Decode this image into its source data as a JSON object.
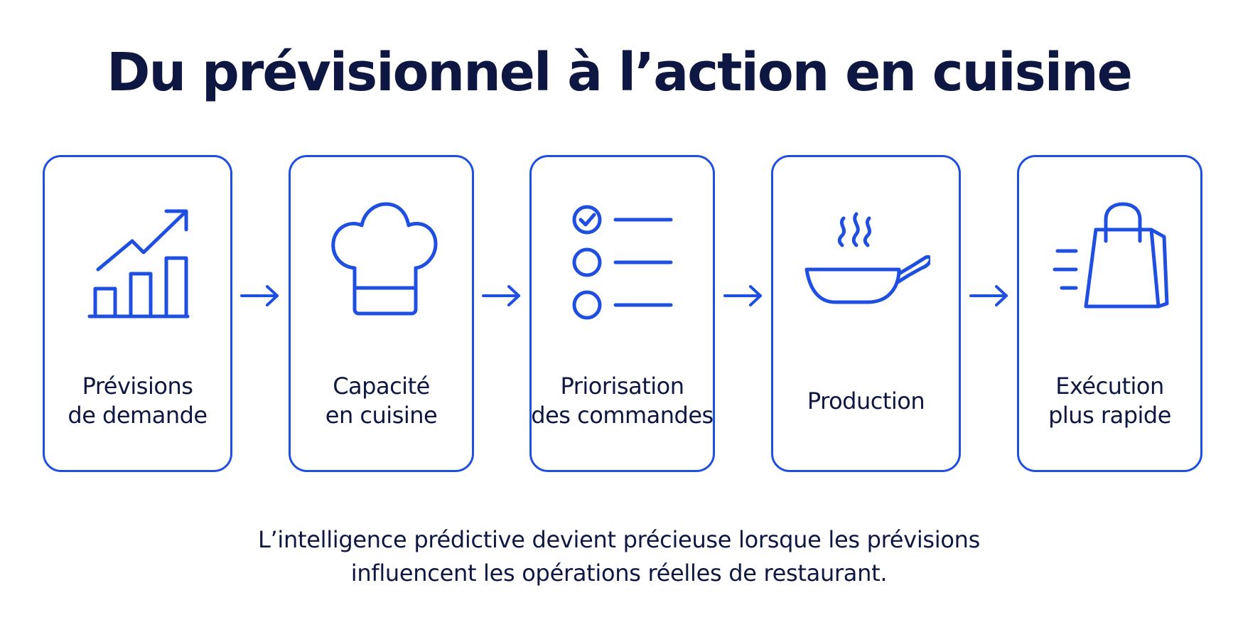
{
  "title": "Du prévisionnel à l’action en cuisine",
  "accent_color": "#1f4fe0",
  "text_color": "#0d1741",
  "steps": [
    {
      "icon": "bar-chart-trend-icon",
      "label_lines": [
        "Prévisions",
        "de demande"
      ]
    },
    {
      "icon": "chef-hat-icon",
      "label_lines": [
        "Capacité",
        "en cuisine"
      ]
    },
    {
      "icon": "checklist-icon",
      "label_lines": [
        "Priorisation",
        "des commandes"
      ]
    },
    {
      "icon": "frying-pan-icon",
      "label_lines": [
        "Production"
      ]
    },
    {
      "icon": "shopping-bag-icon",
      "label_lines": [
        "Exécution",
        "plus rapide"
      ]
    }
  ],
  "arrow_icon": "arrow-right-icon",
  "caption_lines": [
    "L’intelligence prédictive devient précieuse lorsque les prévisions",
    "influencent les opérations réelles de restaurant."
  ]
}
